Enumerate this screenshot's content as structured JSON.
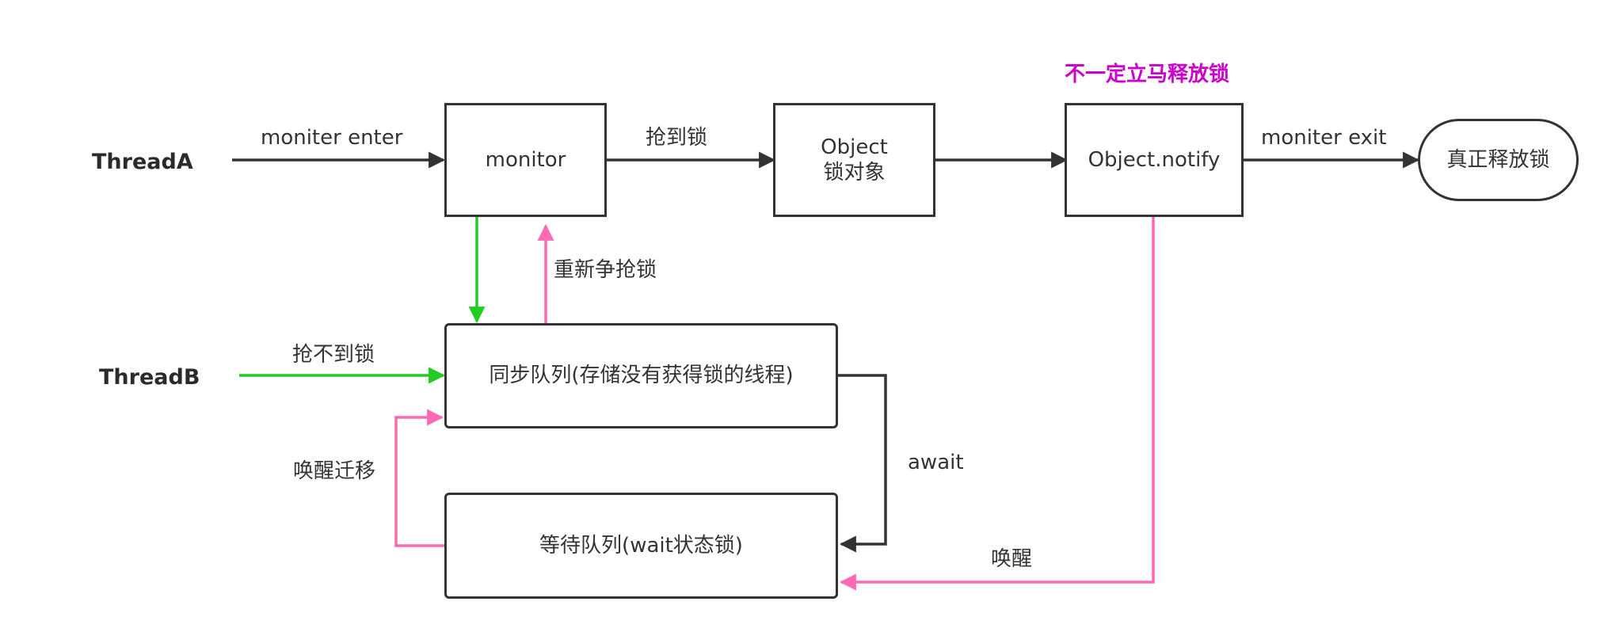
{
  "threads": {
    "a": "ThreadA",
    "b": "ThreadB"
  },
  "nodes": {
    "monitor": "monitor",
    "object_line1": "Object",
    "object_line2": "锁对象",
    "notify": "Object.notify",
    "release": "真正释放锁",
    "sync_queue": "同步队列(存储没有获得锁的线程)",
    "wait_queue": "等待队列(wait状态锁)"
  },
  "edges": {
    "moniter_enter": "moniter enter",
    "got_lock": "抢到锁",
    "moniter_exit": "moniter exit",
    "recompete": "重新争抢锁",
    "not_got_lock": "抢不到锁",
    "await": "await",
    "wake_migrate": "唤醒迁移",
    "wake": "唤醒"
  },
  "notes": {
    "not_immediate": "不一定立马释放锁"
  },
  "colors": {
    "black": "#333333",
    "green": "#22cc22",
    "pink": "#ff69b4",
    "magenta": "#cc00cc"
  }
}
